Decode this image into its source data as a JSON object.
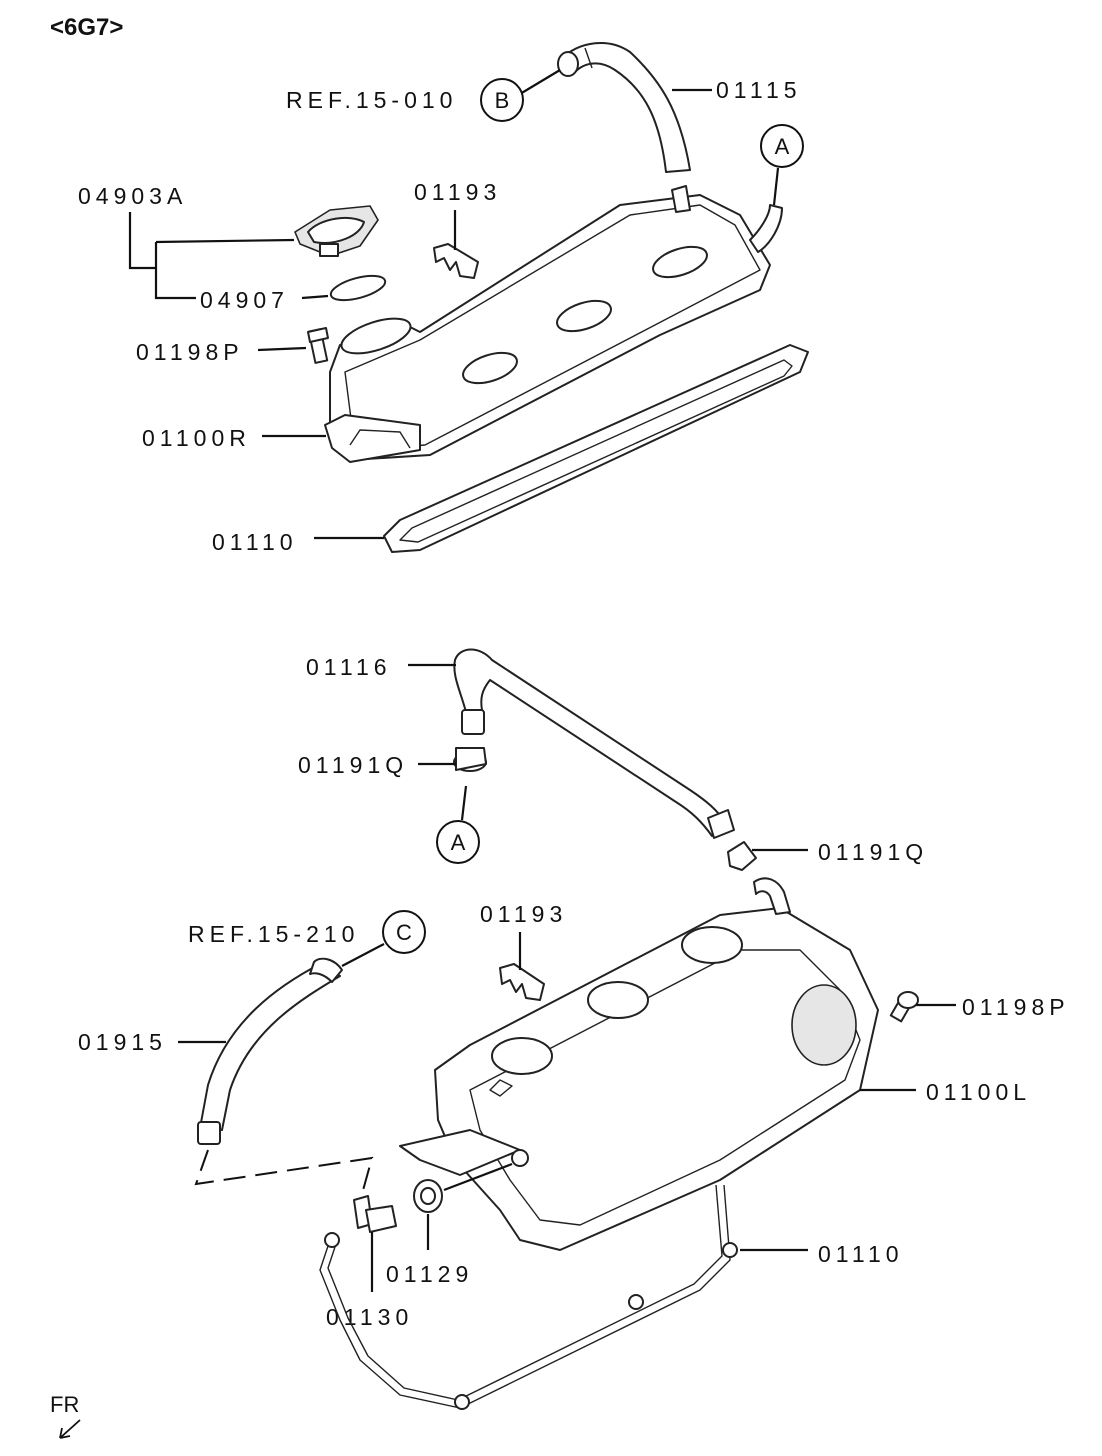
{
  "header": {
    "engine_code": "<6G7>"
  },
  "upper_assembly": {
    "labels": {
      "hose_top": "01115",
      "ref_b": "REF.15-010",
      "oil_cap": "04903A",
      "cap_gasket": "04907",
      "clip_top": "01193",
      "bolt_top": "01198P",
      "cover_right": "01100R",
      "gasket_top": "01110"
    },
    "callouts": {
      "b": "B",
      "a": "A"
    }
  },
  "middle_assembly": {
    "labels": {
      "hose_pcv": "01116",
      "clamp_left": "01191Q",
      "clamp_right": "01191Q"
    },
    "callouts": {
      "a": "A"
    }
  },
  "lower_assembly": {
    "labels": {
      "ref_c": "REF.15-210",
      "clip_bottom": "01193",
      "hose_bottom": "01915",
      "bolt_bottom": "01198P",
      "cover_left": "01100L",
      "grommet": "01129",
      "pcv_valve": "01130",
      "gasket_bottom": "01110"
    },
    "callouts": {
      "c": "C"
    }
  },
  "orientation": {
    "front_marker": "FR"
  }
}
